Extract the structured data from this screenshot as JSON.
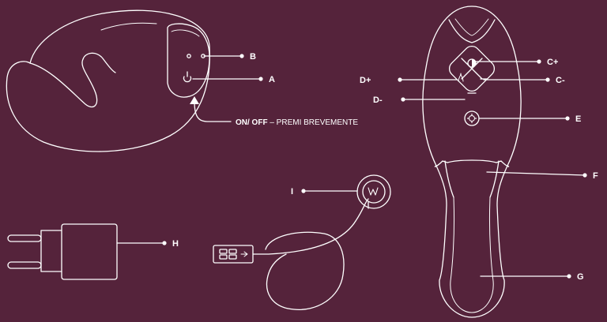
{
  "colors": {
    "background": "#55233b",
    "line": "#ffffff"
  },
  "labels": {
    "A": "A",
    "B": "B",
    "Cplus": "C+",
    "Cminus": "C-",
    "Dplus": "D+",
    "Dminus": "D-",
    "E": "E",
    "F": "F",
    "G": "G",
    "H": "H",
    "I": "I"
  },
  "onoff_note": {
    "bold": "ON/ OFF",
    "rest": " – PREMI BREVEMENTE"
  },
  "icons": [
    "power-icon",
    "intensity-icon",
    "mode-icon",
    "plus-icon",
    "minus-icon",
    "settings-icon",
    "brand-logo"
  ]
}
